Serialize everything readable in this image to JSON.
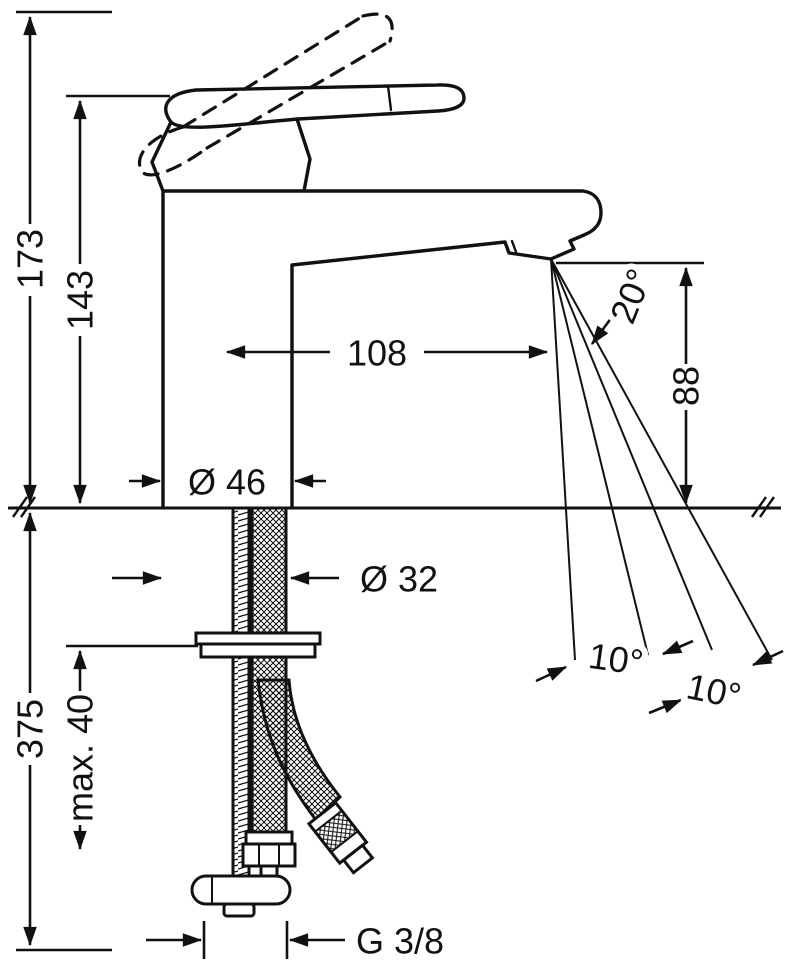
{
  "diagram": {
    "type": "technical-dimension-drawing",
    "subject": "single-hole basin mixer faucet, side view with mounting hardware",
    "colors": {
      "line": "#111111",
      "background": "#ffffff"
    },
    "dimensions": {
      "total_height": "173",
      "height_to_spout_top": "143",
      "spout_reach": "108",
      "outlet_height": "88",
      "stream_angle": "20°",
      "body_diameter": "Ø 46",
      "mounting_hole_diameter": "Ø 32",
      "stream_swivel_angle_1": "10°",
      "stream_swivel_angle_2": "10°",
      "under_counter_length": "375",
      "max_deck_thickness": "max. 40",
      "connection_thread": "G 3/8"
    }
  }
}
